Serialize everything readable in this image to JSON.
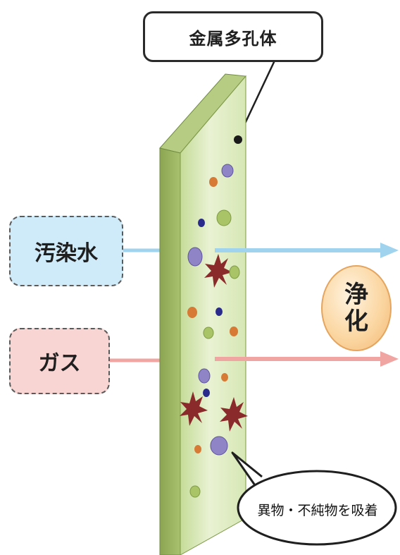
{
  "diagram": {
    "title": "金属多孔体",
    "input_water": "汚染水",
    "input_gas": "ガス",
    "output_label": "浄化",
    "callout": "異物・不純物を吸着"
  },
  "colors": {
    "plate_front": "#d8e8b4",
    "plate_side": "#93ad5c",
    "plate_top": "#b5cc82",
    "water_flow": "#9fd3ee",
    "gas_flow": "#f1a5a2",
    "water_box": "#cfeaf8",
    "gas_box": "#f8d4d2",
    "badge": "#fbd7a3",
    "particle_orange": "#d67a35",
    "particle_purple": "#8f85c6",
    "particle_navy": "#2a2a8c",
    "particle_green": "#a9c467",
    "particle_star": "#8a2a2a"
  },
  "icons": {
    "particles": [
      "orange-dot",
      "purple-blob",
      "navy-dot",
      "green-blob",
      "red-star"
    ]
  }
}
